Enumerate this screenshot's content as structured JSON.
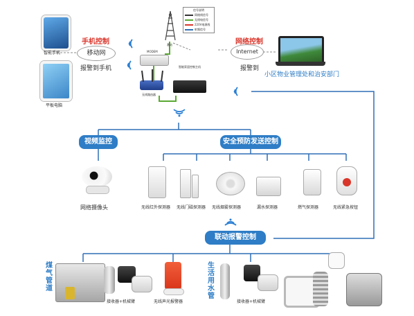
{
  "colors": {
    "pill_blue": "#2e7dc6",
    "line_blue": "#2e6fb5",
    "line_green": "#5aa832",
    "label_red": "#d9362b",
    "signal_blue": "#2a7fd4"
  },
  "phones": {
    "phone_label": "智能手机",
    "tablet_label": "平板电脑"
  },
  "mobile": {
    "title": "手机控制",
    "network": "移动网",
    "alarm": "报警到手机"
  },
  "tower": {
    "label": "基站",
    "legend_title": "信号说明",
    "legend_items": [
      "网络线信号",
      "无线电信号",
      "220V电源线",
      "射频信号"
    ]
  },
  "router_labels": {
    "modem": "MODEM",
    "wifi": "无线路由器",
    "host": "智能家居控制主机"
  },
  "internet": {
    "title": "网络控制",
    "network": "Internet",
    "alarm": "报警到",
    "destination": "小区物业管理处和治安部门"
  },
  "sections": {
    "video": "视频监控",
    "security": "安全预防发送控制",
    "linkage": "联动报警控制"
  },
  "security_devices": [
    {
      "name": "无线红外探测器",
      "icon": "infrared-detector-icon"
    },
    {
      "name": "无线门磁探测器",
      "icon": "door-sensor-icon"
    },
    {
      "name": "无线烟雾探测器",
      "icon": "smoke-detector-icon"
    },
    {
      "name": "漏水探测器",
      "icon": "water-leak-detector-icon"
    },
    {
      "name": "燃气探测器",
      "icon": "gas-detector-icon"
    },
    {
      "name": "无线紧急按钮",
      "icon": "emergency-button-icon"
    }
  ],
  "camera_label": "网络摄像头",
  "linkage": {
    "gas_pipe": "煤气管道",
    "receiver1": "接收器+机械臂",
    "siren": "无线声光报警器",
    "water_pipe": "生活用水管",
    "receiver2": "接收器+机械臂"
  }
}
